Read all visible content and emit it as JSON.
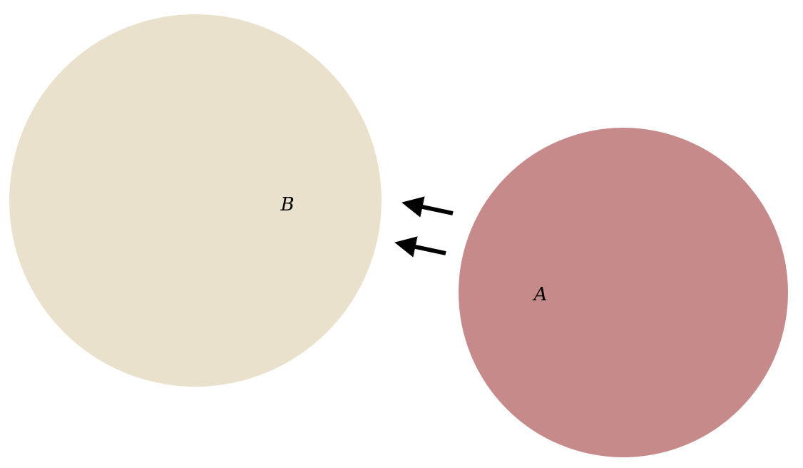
{
  "diagram": {
    "circles": [
      {
        "id": "B",
        "label": "B",
        "color": "#e9e1cc"
      },
      {
        "id": "A",
        "label": "A",
        "color": "#c78a8a"
      }
    ],
    "arrows": [
      {
        "from": "A",
        "to": "B",
        "color": "#000000"
      },
      {
        "from": "A",
        "to": "B",
        "color": "#000000"
      }
    ]
  }
}
